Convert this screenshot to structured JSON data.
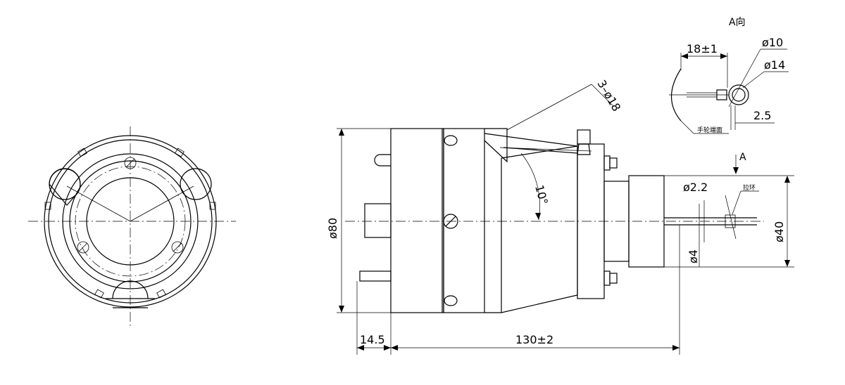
{
  "dimensions": {
    "view_a_label": "A向",
    "flange_offset": "18±1",
    "dia_10": "ø10",
    "dia_14": "ø14",
    "thickness": "2.5",
    "handwheel_face": "手轮端面",
    "a_arrow": "A",
    "holes": "3–ø18",
    "angle": "10°",
    "body_dia": "ø80",
    "pin_dia": "ø2.2",
    "pull_ring": "拉环",
    "shaft_dia": "ø4",
    "end_dia": "ø40",
    "stub_len": "14.5",
    "overall_len": "130±2"
  }
}
